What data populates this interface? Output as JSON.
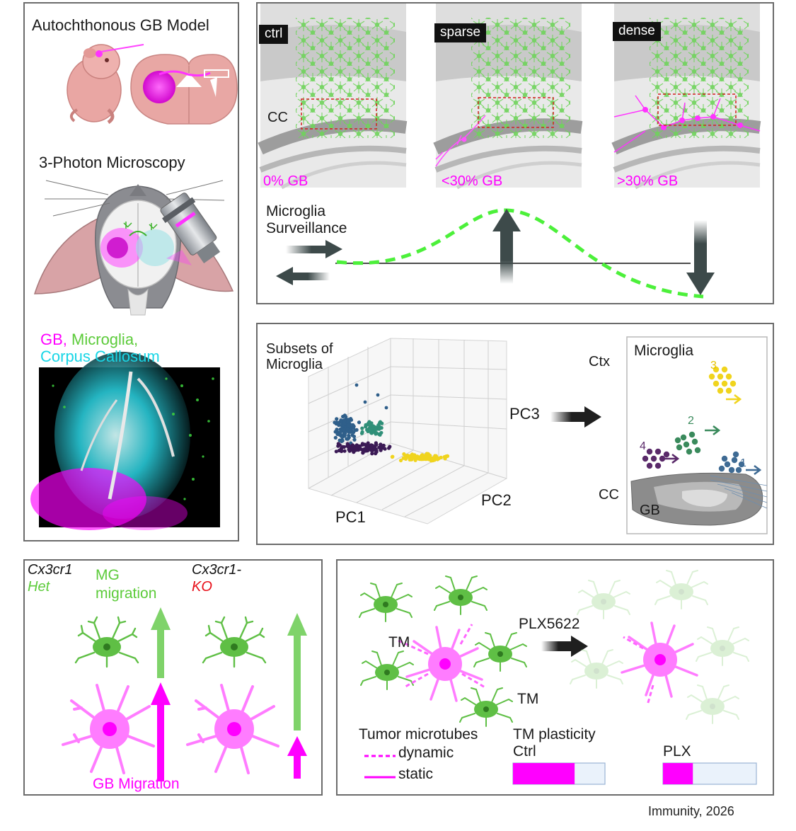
{
  "left_panel": {
    "title": "Autochthonous GB Model",
    "microscopy_title": "3-Photon Microscopy",
    "legend": {
      "gb": "GB,",
      "microglia": "Microglia,",
      "cc": "Corpus Callosum"
    }
  },
  "surveillance_panel": {
    "slices": [
      {
        "badge": "ctrl",
        "pct": "0% GB"
      },
      {
        "badge": "sparse",
        "pct": "<30% GB"
      },
      {
        "badge": "dense",
        "pct": ">30% GB"
      }
    ],
    "cc_label": "CC",
    "curve_label_line1": "Microglia",
    "curve_label_line2": "Surveillance"
  },
  "pca_panel": {
    "title_line1": "Subsets of",
    "title_line2": "Microglia",
    "pc1": "PC1",
    "pc2": "PC2",
    "pc3": "PC3",
    "box_title": "Microglia",
    "ctx": "Ctx",
    "cc": "CC",
    "gb": "GB",
    "subsets": [
      "1",
      "2",
      "3",
      "4"
    ]
  },
  "cx3cr1_panel": {
    "het_gene": "Cx3cr1",
    "het_label": "Het",
    "mg_line1": "MG",
    "mg_line2": "migration",
    "ko_gene": "Cx3cr1-",
    "ko_label": "KO",
    "gb_migration": "GB Migration"
  },
  "plx_panel": {
    "drug": "PLX5622",
    "tm1": "TM",
    "tm2": "TM",
    "legend_title": "Tumor microtubes",
    "dynamic": "dynamic",
    "static": "static",
    "plasticity_title": "TM plasticity",
    "ctrl": "Ctrl",
    "plx": "PLX",
    "ctrl_fill": 0.67,
    "plx_fill": 0.32
  },
  "citation": "Immunity, 2026",
  "colors": {
    "magenta": "#ff00ff",
    "green": "#5ccb3a",
    "dark_arrow": "#3d4a4a",
    "cyan": "#19d6e6"
  }
}
